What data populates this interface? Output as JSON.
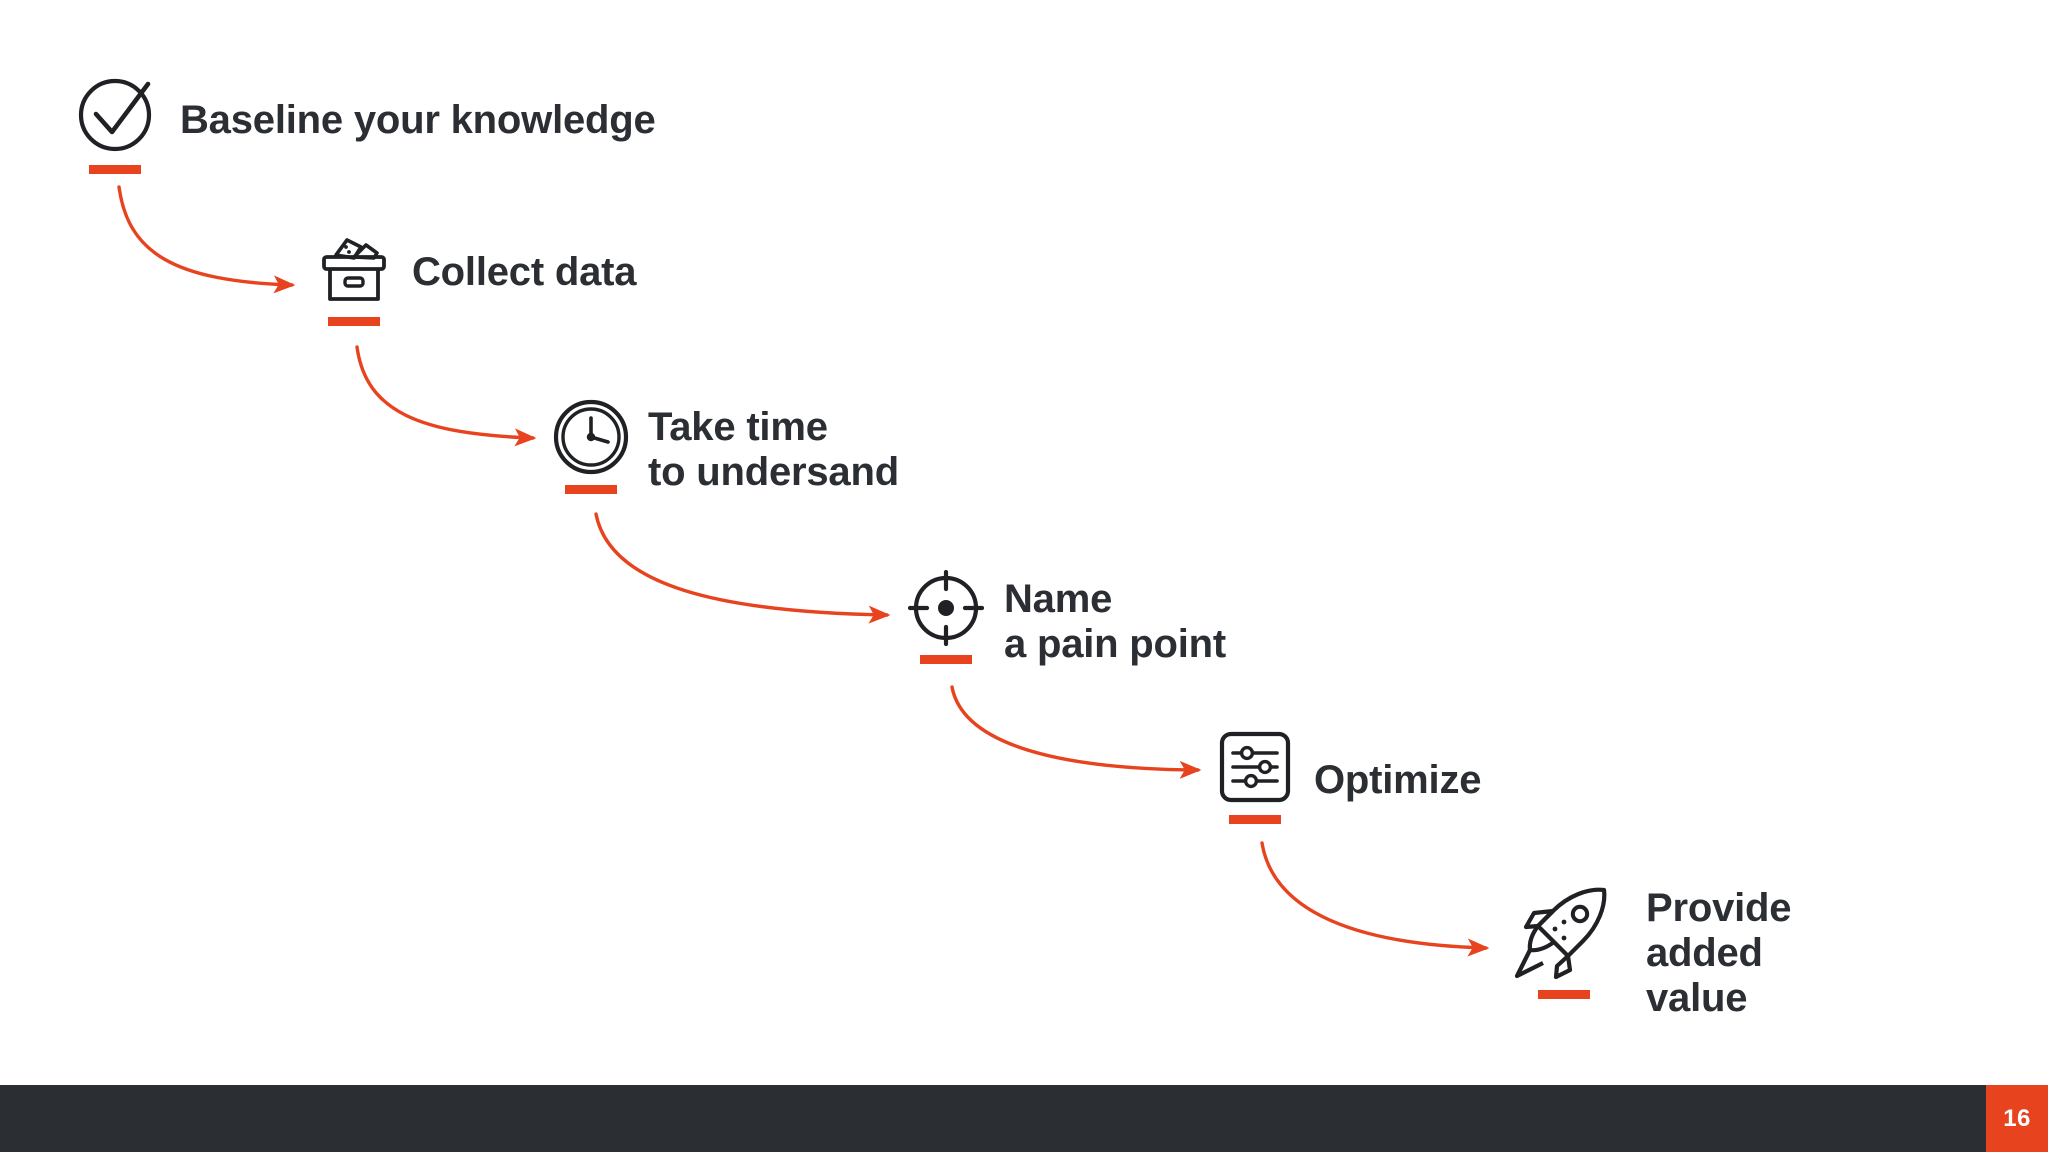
{
  "slide": {
    "background_color": "#ffffff",
    "accent_color": "#E8431F",
    "text_color": "#2B2E33"
  },
  "steps": [
    {
      "id": "baseline-your-knowledge",
      "label": "Baseline your knowledge",
      "icon": "check-circle-icon",
      "order": 1
    },
    {
      "id": "collect-data",
      "label": "Collect data",
      "icon": "archive-box-icon",
      "order": 2
    },
    {
      "id": "take-time-to-understand",
      "label": "Take time\nto undersand",
      "icon": "clock-icon",
      "order": 3
    },
    {
      "id": "name-a-pain-point",
      "label": "Name\na pain point",
      "icon": "crosshair-target-icon",
      "order": 4
    },
    {
      "id": "optimize",
      "label": "Optimize",
      "icon": "sliders-settings-icon",
      "order": 5
    },
    {
      "id": "provide-added-value",
      "label": "Provide\nadded\nvalue",
      "icon": "rocket-icon",
      "order": 6
    }
  ],
  "footer": {
    "page_number": "16",
    "bar_color": "#2B2E33",
    "page_number_block_color": "#E8431F"
  }
}
